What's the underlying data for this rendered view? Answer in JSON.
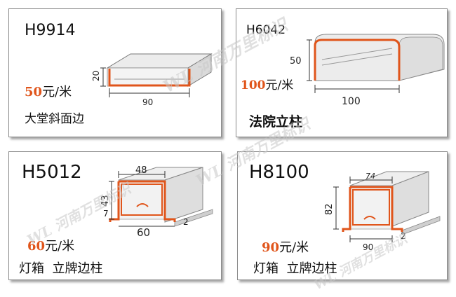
{
  "colors": {
    "accent": "#e0551b",
    "frame": "#8a8a8a",
    "profile_fill": "#e4e4e4"
  },
  "watermark": {
    "text": "WL 河南万里标识"
  },
  "products": [
    {
      "code": "H9914",
      "price": "50",
      "unit": "元/米",
      "name": "大堂斜面边",
      "dims": [
        "20",
        "90"
      ]
    },
    {
      "code": "H6042",
      "price": "100",
      "unit": "元/米",
      "name": "法院立柱",
      "dims": [
        "50",
        "100"
      ]
    },
    {
      "code": "H5012",
      "price": "60",
      "unit": "元/米",
      "name": "灯箱  立牌边柱",
      "dims": [
        "48",
        "43",
        "7",
        "60",
        "2"
      ]
    },
    {
      "code": "H8100",
      "price": "90",
      "unit": "元/米",
      "name": "灯箱  立牌边柱",
      "dims": [
        "74",
        "82",
        "90",
        "2"
      ]
    }
  ]
}
